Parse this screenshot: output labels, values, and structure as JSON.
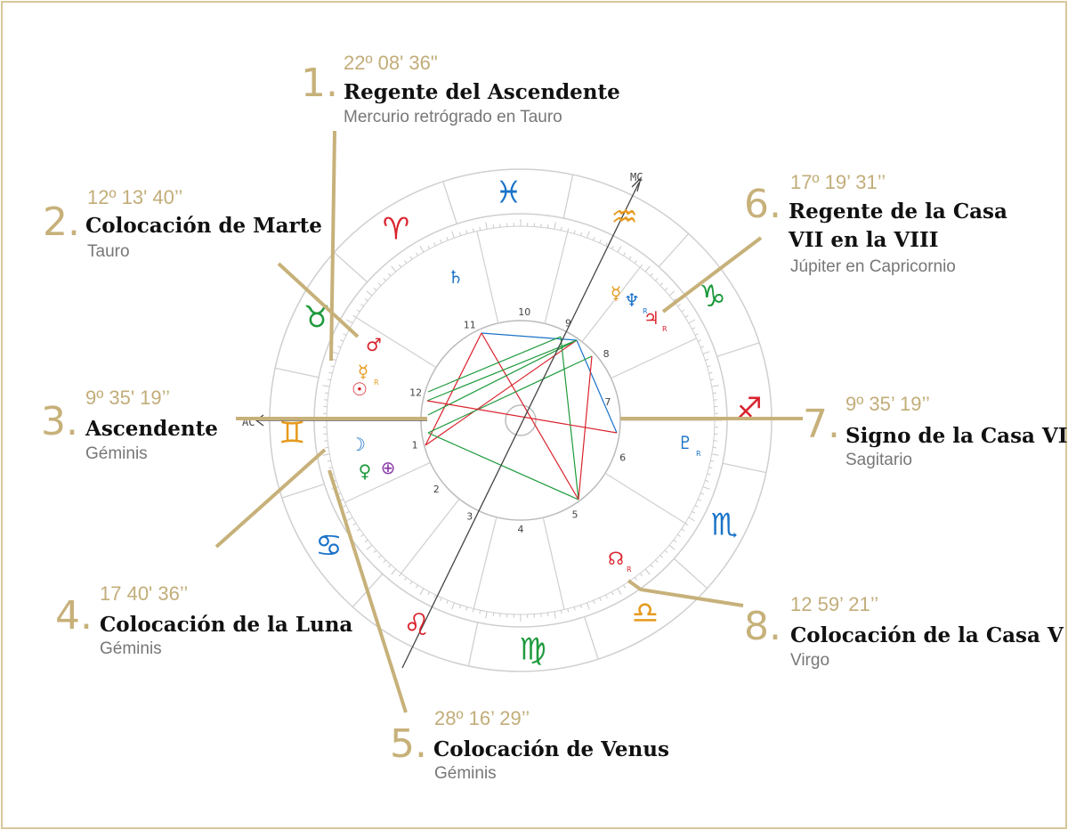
{
  "chart_labels": {
    "mc": "MC",
    "ac": "AC",
    "retro": "R",
    "houses": [
      "1",
      "2",
      "3",
      "4",
      "5",
      "6",
      "7",
      "8",
      "9",
      "10",
      "11",
      "12"
    ]
  },
  "zodiac_ring": [
    {
      "sign": "pisces",
      "glyph": "♓",
      "color": "#1a73c8"
    },
    {
      "sign": "aquarius",
      "glyph": "♒",
      "color": "#e69a1e"
    },
    {
      "sign": "capricorn",
      "glyph": "♑",
      "color": "#1e9a3c"
    },
    {
      "sign": "sagittarius",
      "glyph": "♐",
      "color": "#d9232d"
    },
    {
      "sign": "scorpio",
      "glyph": "♏",
      "color": "#1a73c8"
    },
    {
      "sign": "libra",
      "glyph": "♎",
      "color": "#e69a1e"
    },
    {
      "sign": "virgo",
      "glyph": "♍",
      "color": "#1e9a3c"
    },
    {
      "sign": "leo",
      "glyph": "♌",
      "color": "#d9232d"
    },
    {
      "sign": "cancer",
      "glyph": "♋",
      "color": "#1a73c8"
    },
    {
      "sign": "gemini",
      "glyph": "♊",
      "color": "#e69a1e"
    },
    {
      "sign": "taurus",
      "glyph": "♉",
      "color": "#1e9a3c"
    },
    {
      "sign": "aries",
      "glyph": "♈",
      "color": "#d9232d"
    }
  ],
  "planets": [
    {
      "name": "saturn",
      "glyph": "♄",
      "color": "#1a73c8",
      "retro": false
    },
    {
      "name": "sun-sign-mercury",
      "glyph": "☿",
      "color": "#e69a1e",
      "retro": false
    },
    {
      "name": "neptune",
      "glyph": "♆",
      "color": "#1a73c8",
      "retro": true
    },
    {
      "name": "jupiter",
      "glyph": "♃",
      "color": "#d9232d",
      "retro": true
    },
    {
      "name": "mars",
      "glyph": "♂",
      "color": "#d9232d",
      "retro": false
    },
    {
      "name": "mercury",
      "glyph": "☿",
      "color": "#e69a1e",
      "retro": true
    },
    {
      "name": "sun",
      "glyph": "☉",
      "color": "#d9232d",
      "retro": false
    },
    {
      "name": "moon",
      "glyph": "☽",
      "color": "#1a73c8",
      "retro": false
    },
    {
      "name": "venus",
      "glyph": "♀",
      "color": "#1e9a3c",
      "retro": false
    },
    {
      "name": "earth",
      "glyph": "⊕",
      "color": "#8a3aa8",
      "retro": false
    },
    {
      "name": "pluto",
      "glyph": "♇",
      "color": "#1a73c8",
      "retro": true
    },
    {
      "name": "north-node",
      "glyph": "☊",
      "color": "#d9232d",
      "retro": true
    }
  ],
  "annotations": [
    {
      "number": "1.",
      "degree": "22º 08' 36\"",
      "title": "Regente del Ascendente",
      "subtitle": "Mercurio retrógrado en Tauro"
    },
    {
      "number": "2.",
      "degree": "12º 13' 40’’",
      "title": "Colocación de Marte",
      "subtitle": "Tauro"
    },
    {
      "number": "3.",
      "degree": "9º 35' 19’’",
      "title": "Ascendente",
      "subtitle": "Géminis"
    },
    {
      "number": "4.",
      "degree": "17 40' 36’’",
      "title": "Colocación de la Luna",
      "subtitle": "Géminis"
    },
    {
      "number": "5.",
      "degree": "28º 16’ 29’’",
      "title": "Colocación de Venus",
      "subtitle": "Géminis"
    },
    {
      "number": "6.",
      "degree": "17º 19’ 31’’",
      "title": "Regente de la Casa",
      "title2": "VII en la VIII",
      "subtitle": "Júpiter en Capricornio"
    },
    {
      "number": "7.",
      "degree": "9º 35’ 19’’",
      "title": "Signo de la Casa VII",
      "subtitle": "Sagitario"
    },
    {
      "number": "8.",
      "degree": "12 59’ 21’’",
      "title": "Colocación de la Casa V",
      "subtitle": "Virgo"
    }
  ],
  "colors": {
    "gold": "#c7b17a",
    "red": "#d9232d",
    "green": "#1e9a3c",
    "blue": "#1a73c8",
    "orange": "#e69a1e"
  }
}
